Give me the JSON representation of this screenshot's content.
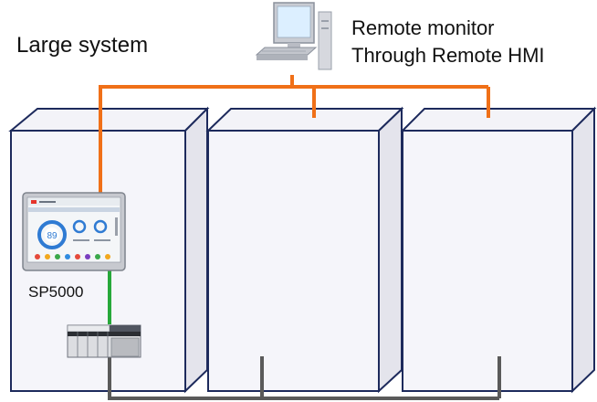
{
  "title": "Large system",
  "remote": {
    "line1": "Remote monitor",
    "line2": "Through Remote HMI"
  },
  "hmi_label": "SP5000",
  "hmi_screen": {
    "gauge_value": "89"
  },
  "colors": {
    "network": "#f07018",
    "hmi_link": "#27a83a",
    "io_bus": "#5a5a5a",
    "cabinet_front": "#f5f5fa",
    "cabinet_top": "#f3f3f8",
    "cabinet_side": "#e4e4ec",
    "cabinet_edge": "#1d2a5c"
  },
  "icons": [
    "desktop-computer-icon",
    "hmi-panel-icon",
    "plc-rack-icon"
  ]
}
